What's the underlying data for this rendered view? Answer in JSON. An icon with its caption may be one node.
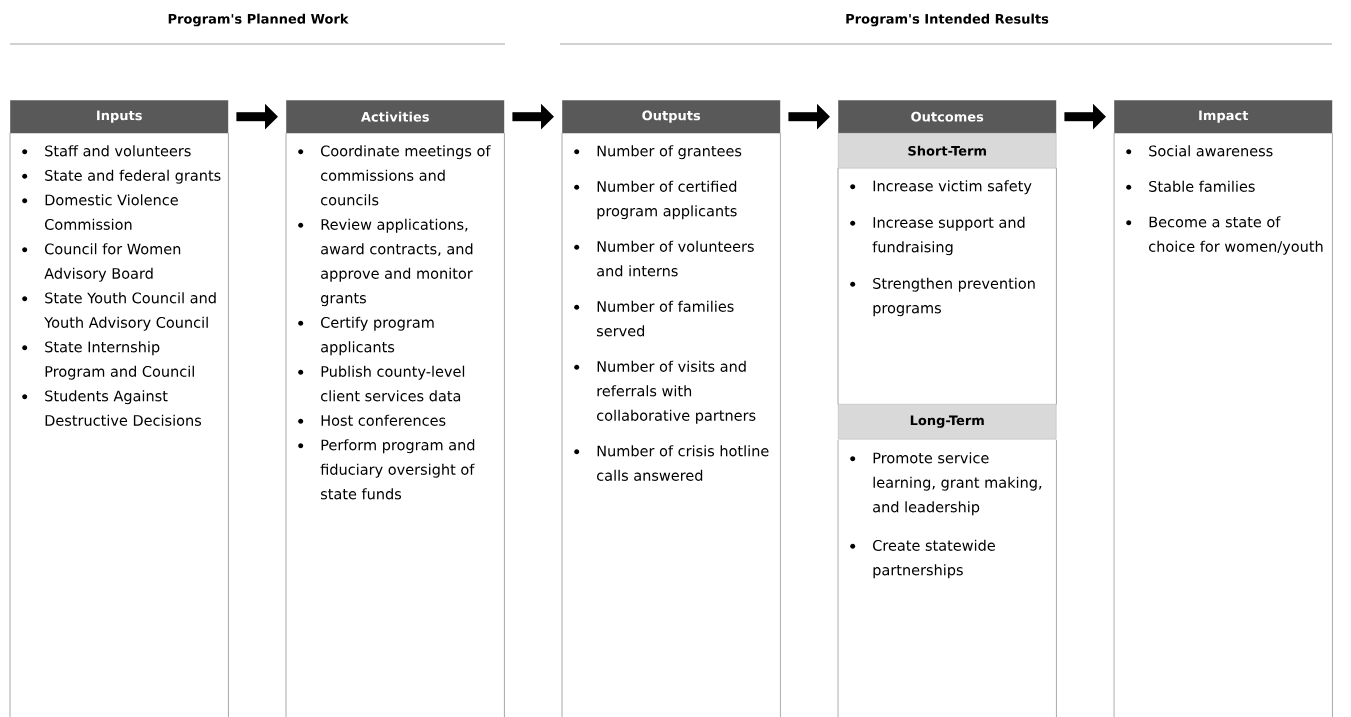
{
  "diagram": {
    "nodes": [
      {
        "text": [
          "Inputs"
        ]
      },
      {
        "text": [
          "Staff and volunteers",
          "State and federal grants",
          "Domestic Violence Commission",
          "Council for Women Advisory Board",
          "State Youth Council and Youth Advisory Council",
          "State Internship Program and Council",
          "Students Against Destructive Decisions"
        ]
      },
      {
        "text": [
          "Activities"
        ]
      },
      {
        "text": [
          "Coordinate meetings of commissions and councils",
          "Review applications, award contracts, and approve and monitor grants",
          "Certify program applicants",
          "Publish county-level client services data",
          "Host conferences",
          "Perform program and fiduciary oversight of state funds"
        ]
      },
      {
        "text": [
          "Outputs"
        ]
      },
      {
        "text": [
          "Number of grantees",
          "Number of certified program applicants",
          "Number of volunteers and interns",
          "Number of families served",
          "Number of visits and referrals with collaborative partners",
          "Number of crisis hotline calls answered"
        ]
      },
      {
        "text": [
          "Outcomes"
        ]
      },
      {
        "text": [
          "Short-Term"
        ]
      },
      {
        "text": [
          "Increase victim safety",
          "Increase support and fundraising",
          "Strengthen prevention programs"
        ]
      },
      {
        "text": [
          "Long-Term"
        ]
      },
      {
        "text": [
          "Promote service learning, grant making, and leadership",
          "Create statewide partnerships"
        ]
      },
      {
        "text": [
          "Impact"
        ]
      },
      {
        "text": [
          "Social awareness",
          "Stable families",
          "Become a state of choice for women/youth"
        ]
      }
    ],
    "edges": [
      {
        "from": 0,
        "to": 2,
        "arrow": "to"
      },
      {
        "from": 2,
        "to": 4,
        "arrow": "to"
      },
      {
        "from": 4,
        "to": 6,
        "arrow": "to"
      },
      {
        "from": 6,
        "to": 11,
        "arrow": "to"
      }
    ],
    "labels": [
      "Program's Planned Work",
      "Program's Intended Results"
    ]
  }
}
